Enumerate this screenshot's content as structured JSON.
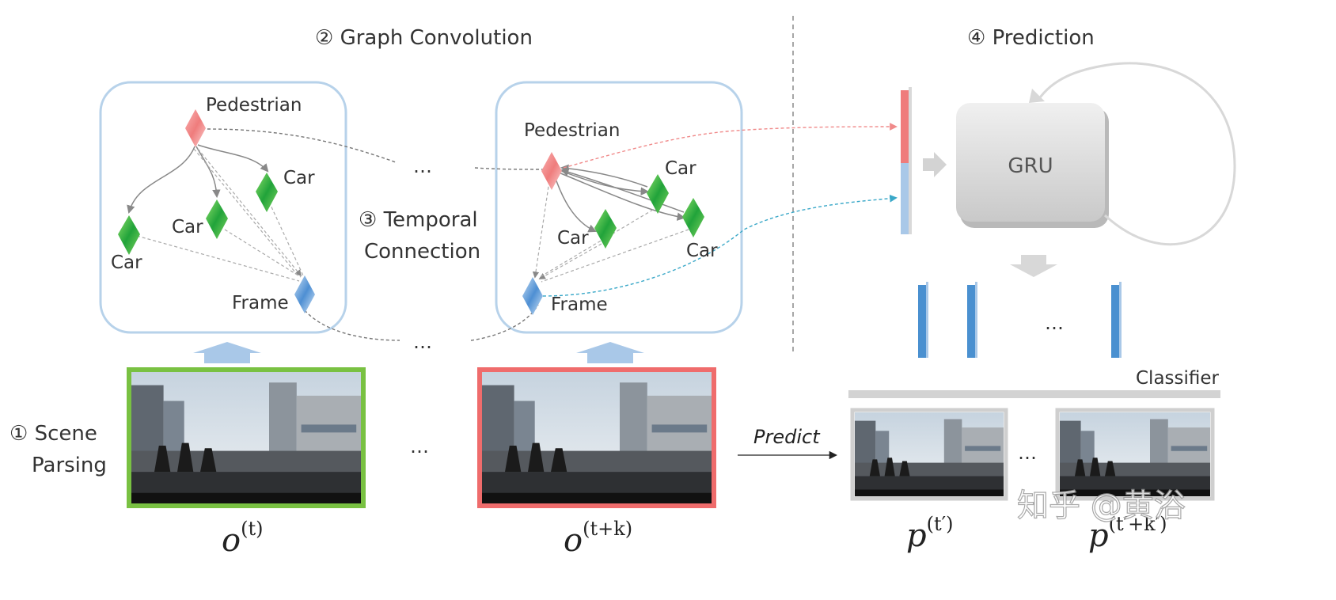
{
  "titles": {
    "graph_convolution": "② Graph Convolution",
    "prediction": "④ Prediction",
    "temporal_line1": "③ Temporal",
    "temporal_line2": "Connection",
    "scene_line1": "① Scene",
    "scene_line2": "Parsing"
  },
  "graph1": {
    "pedestrian": "Pedestrian",
    "car_right": "Car",
    "car_middle": "Car",
    "car_left": "Car",
    "frame": "Frame"
  },
  "graph2": {
    "pedestrian": "Pedestrian",
    "car_top": "Car",
    "car_left": "Car",
    "car_right": "Car",
    "frame": "Frame"
  },
  "ellipses": {
    "top": "…",
    "bottom": "…",
    "frames": "…",
    "features": "…",
    "predicted": "…"
  },
  "gru": {
    "label": "GRU"
  },
  "classifier": {
    "label": "Classifier"
  },
  "predict_arrow": {
    "label": "Predict"
  },
  "math": {
    "o_t_base": "o",
    "o_t_sup": "(t)",
    "o_tk_base": "o",
    "o_tk_sup": "(t+k)",
    "p_t_base": "p",
    "p_t_sup": "(t′)",
    "p_tk_base": "p",
    "p_tk_sup": "(t′+k′)"
  },
  "watermark": "知乎 @黄浴",
  "colors": {
    "panel_border": "#b7d2ea",
    "pedestrian": "#f08a8a",
    "car": "#3bb54a",
    "frame": "#6fa7dc",
    "frame_green": "#79c142",
    "frame_red": "#ef6c6c",
    "feature_bar": "#4a90d0",
    "gru_fill": "#d8d8d8"
  }
}
